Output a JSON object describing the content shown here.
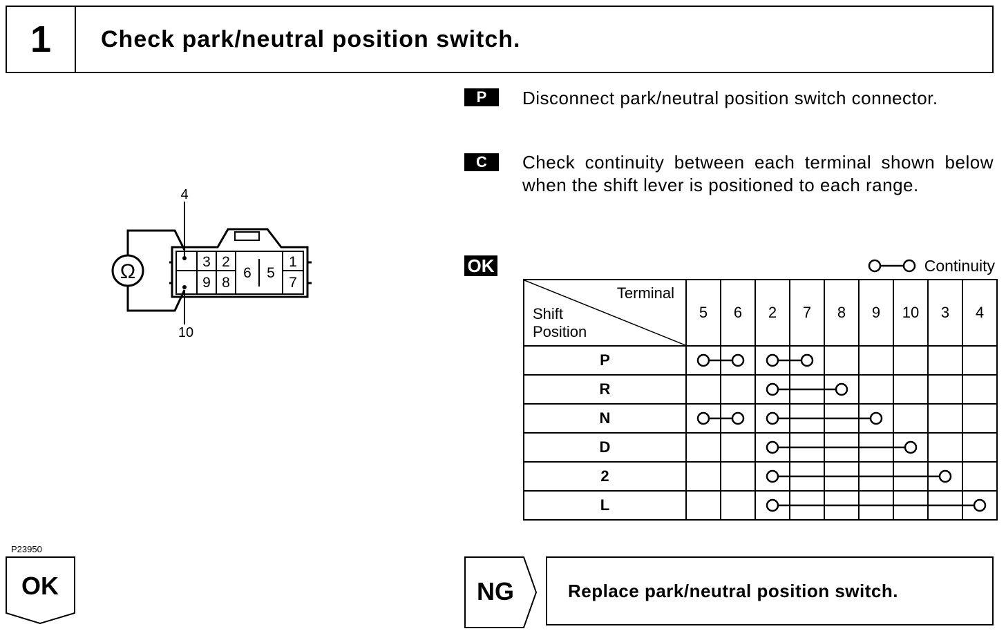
{
  "header": {
    "step_number": "1",
    "title": "Check park/neutral position switch."
  },
  "diagram": {
    "ohm_symbol": "Ω",
    "probe_labels": {
      "top": "4",
      "bottom": "10"
    },
    "connector_terminals": [
      "3",
      "2",
      "1",
      "6",
      "5",
      "9",
      "8",
      "7"
    ],
    "figure_code": "P23950"
  },
  "steps": [
    {
      "badge": "P",
      "text": "Disconnect park/neutral position switch connector."
    },
    {
      "badge": "C",
      "text": "Check continuity between each terminal shown below when the shift lever is positioned to each range."
    }
  ],
  "ok_badge": "OK",
  "legend": {
    "label": "Continuity"
  },
  "table": {
    "corner_top": "Terminal",
    "corner_bottom": "Shift Position",
    "terminals": [
      "5",
      "6",
      "2",
      "7",
      "8",
      "9",
      "10",
      "3",
      "4"
    ],
    "rows": [
      {
        "position": "P",
        "links": [
          [
            "5",
            "6"
          ],
          [
            "2",
            "7"
          ]
        ]
      },
      {
        "position": "R",
        "links": [
          [
            "2",
            "8"
          ]
        ]
      },
      {
        "position": "N",
        "links": [
          [
            "5",
            "6"
          ],
          [
            "2",
            "9"
          ]
        ]
      },
      {
        "position": "D",
        "links": [
          [
            "2",
            "10"
          ]
        ]
      },
      {
        "position": "2",
        "links": [
          [
            "2",
            "3"
          ]
        ]
      },
      {
        "position": "L",
        "links": [
          [
            "2",
            "4"
          ]
        ]
      }
    ]
  },
  "results": {
    "ok_label": "OK",
    "ng_label": "NG",
    "ng_action": "Replace park/neutral position switch."
  }
}
